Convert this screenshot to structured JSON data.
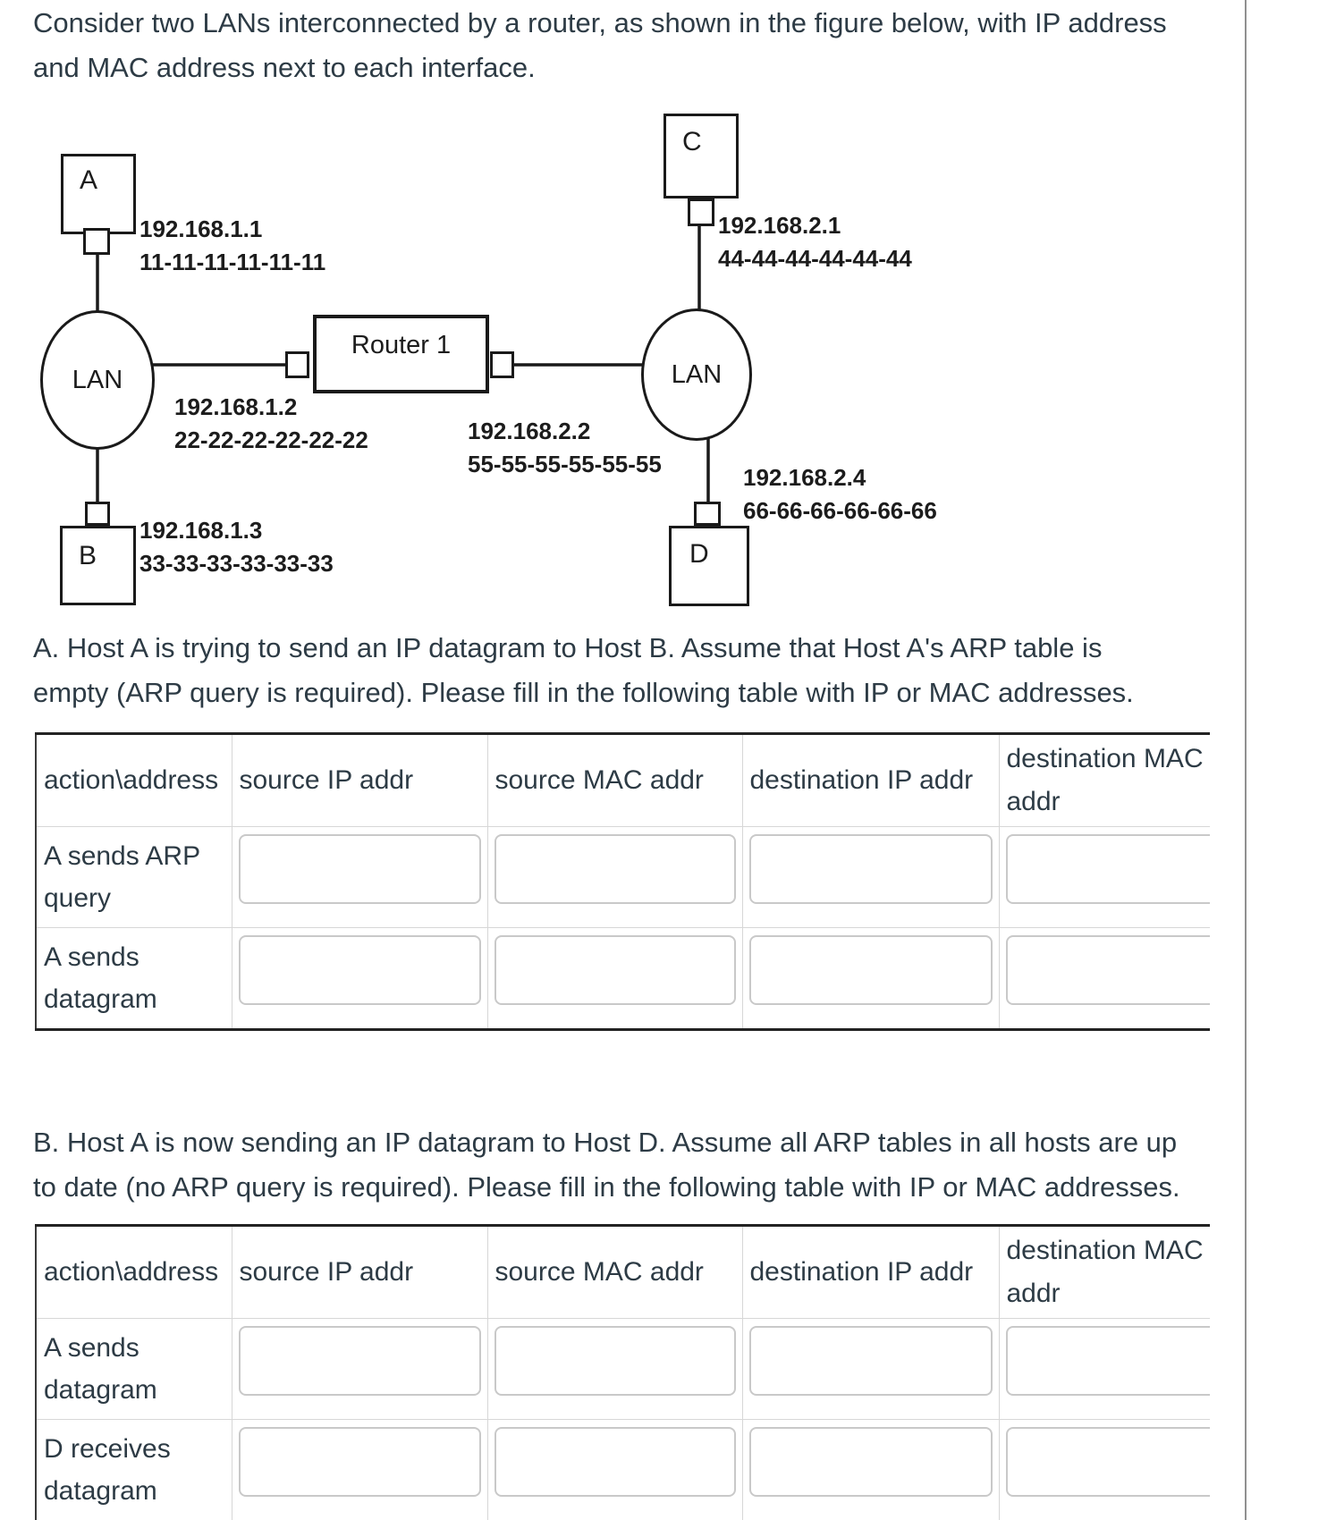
{
  "intro": {
    "lines": [
      "Consider two LANs interconnected by a router, as shown in the figure below, with IP address",
      "and MAC address next to each interface."
    ]
  },
  "diagram": {
    "lan_left_label": "LAN",
    "lan_right_label": "LAN",
    "router_label": "Router 1",
    "hosts": {
      "a": {
        "label": "A",
        "ip": "192.168.1.1",
        "mac": "11-11-11-11-11-11"
      },
      "b": {
        "label": "B",
        "ip": "192.168.1.3",
        "mac": "33-33-33-33-33-33"
      },
      "c": {
        "label": "C",
        "ip": "192.168.2.1",
        "mac": "44-44-44-44-44-44"
      },
      "d": {
        "label": "D",
        "ip": "192.168.2.4",
        "mac": "66-66-66-66-66-66"
      }
    },
    "router_interfaces": {
      "left": {
        "ip": "192.168.1.2",
        "mac": "22-22-22-22-22-22"
      },
      "right": {
        "ip": "192.168.2.2",
        "mac": "55-55-55-55-55-55"
      }
    }
  },
  "question_a": {
    "lines": [
      "A. Host A is trying to send an IP datagram to Host B. Assume that Host A's ARP table is",
      "empty (ARP query is required). Please fill in the following table with IP or MAC addresses."
    ],
    "table": {
      "headers": [
        "action\\address",
        "source IP addr",
        "source MAC addr",
        "destination IP addr",
        "destination MAC addr"
      ],
      "rows": [
        {
          "label": "A sends ARP query",
          "values": [
            "",
            "",
            "",
            ""
          ]
        },
        {
          "label": "A sends datagram",
          "values": [
            "",
            "",
            "",
            ""
          ]
        }
      ]
    }
  },
  "question_b": {
    "lines": [
      "B. Host A is now sending an IP datagram to Host D. Assume all ARP tables in all hosts are up",
      "to date (no ARP query is required). Please fill in the following table with IP or MAC addresses."
    ],
    "table": {
      "headers": [
        "action\\address",
        "source IP addr",
        "source MAC addr",
        "destination IP addr",
        "destination MAC addr"
      ],
      "rows": [
        {
          "label": "A sends datagram",
          "values": [
            "",
            "",
            "",
            ""
          ]
        },
        {
          "label": "D receives datagram",
          "values": [
            "",
            "",
            "",
            ""
          ]
        }
      ]
    }
  }
}
